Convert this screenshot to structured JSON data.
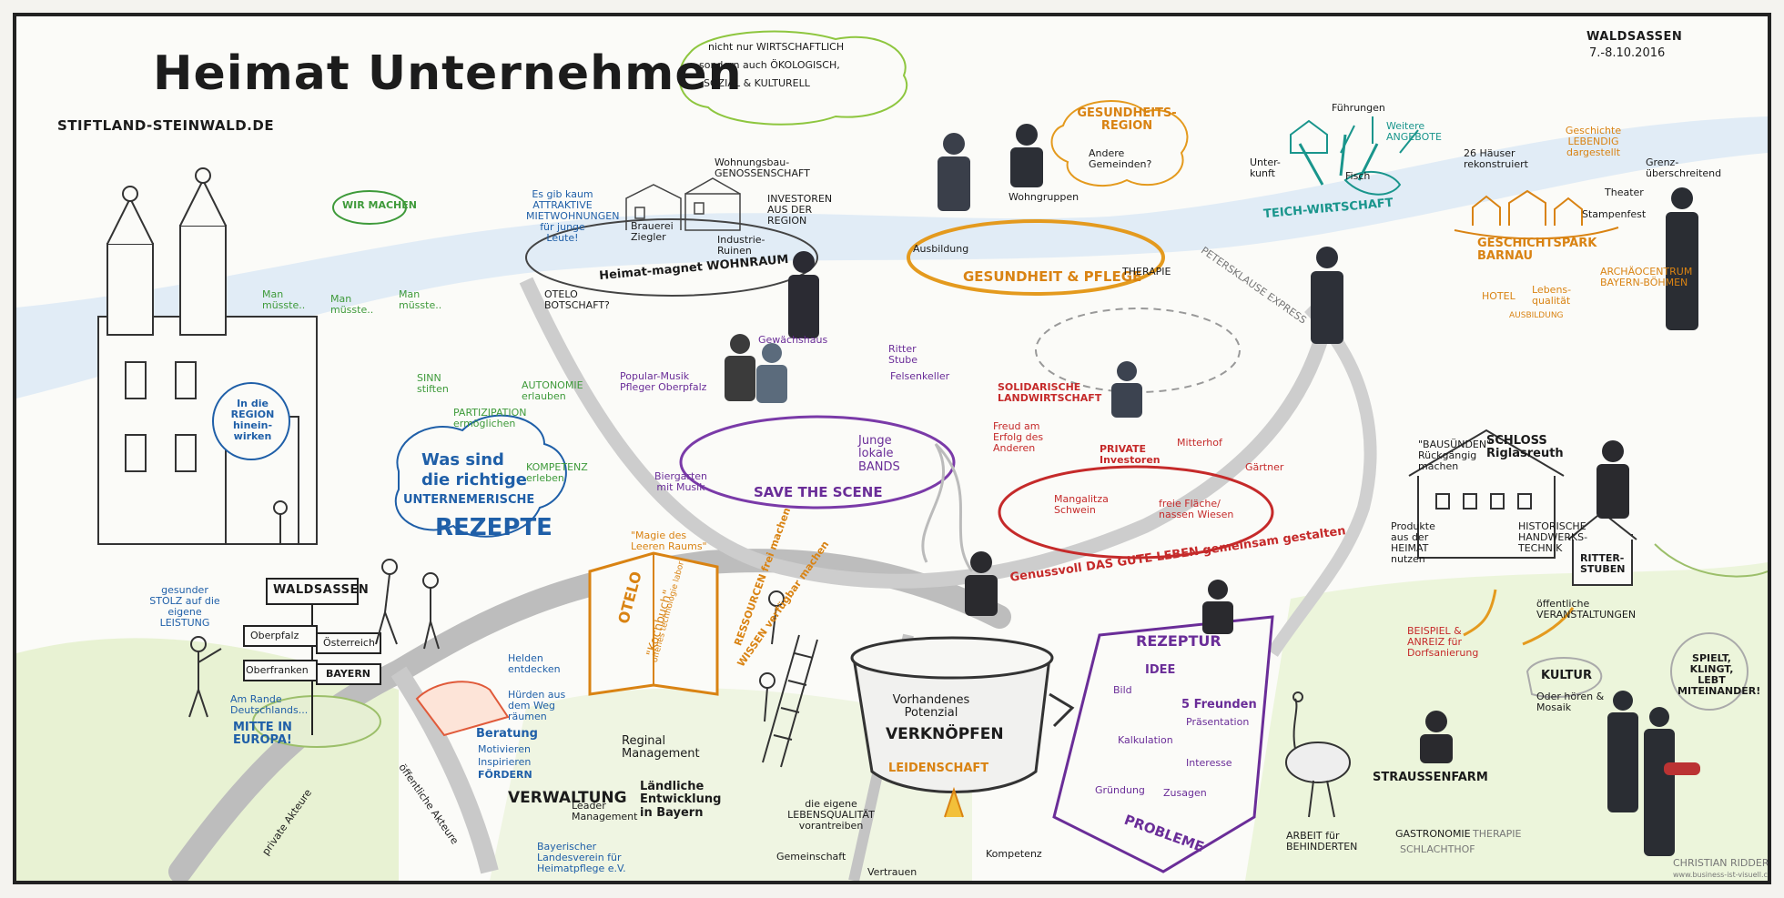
{
  "header": {
    "title": "Heimat Unternehmen",
    "website": "STIFTLAND-STEINWALD.DE",
    "location": "WALDSASSEN",
    "date": "7.-8.10.2016"
  },
  "top_cloud": {
    "line1": "nicht nur WIRTSCHAFTLICH",
    "line2": "sondern auch ÖKOLOGISCH,",
    "line3": "SOZIAL & KULTURELL"
  },
  "left": {
    "wir_machen": "WIR MACHEN",
    "man_muss_1": "Man müsste..",
    "man_muss_2": "Man müsste..",
    "man_muss_3": "Man müsste..",
    "region": "In die REGION hinein-wirken",
    "sinn": "SINN stiften",
    "partizipation": "PARTIZIPATION ermöglichen",
    "autonomie": "AUTONOMIE erlauben",
    "kompetenz": "KOMPETENZ erleben",
    "rezepte_1": "Was sind",
    "rezepte_2": "die richtige",
    "rezepte_3": "UNTERNEMERISCHE",
    "rezepte_4": "REZEPTE",
    "stolz": "gesunder STOLZ auf die eigene LEISTUNG",
    "sign_waldsassen": "WALDSASSEN",
    "sign_oberpfalz": "Oberpfalz",
    "sign_oesterreich": "Österreich",
    "sign_oberfranken": "Oberfranken",
    "sign_bayern": "BAYERN",
    "am_rande": "Am Rande Deutschlands...",
    "mitte": "MITTE IN EUROPA!",
    "private": "private Akteure",
    "oeffentliche": "öffentliche Akteure"
  },
  "verwaltung": {
    "helden": "Helden entdecken",
    "huerden": "Hürden aus dem Weg räumen",
    "beratung": "Beratung",
    "motivieren": "Motivieren",
    "inspirieren": "Inspirieren",
    "foerdern": "FÖRDERN",
    "verwaltung": "VERWALTUNG",
    "regional": "Reginal Management",
    "leader": "Leader Management",
    "laendliche": "Ländliche Entwicklung in Bayern",
    "landesverein": "Bayerischer Landesverein für Heimatpflege e.V."
  },
  "wohnraum": {
    "title": "Heimat-magnet WOHNRAUM",
    "bubble": "Es gib kaum ATTRAKTIVE MIETWOHNUNGEN für junge Leute!",
    "wohnungsbau": "Wohnungsbau-GENOSSENSCHAFT",
    "investoren": "INVESTOREN AUS DER REGION",
    "brauerei": "Brauerei Ziegler",
    "industrie": "Industrie-Ruinen",
    "otelo": "OTELO BOTSCHAFT?"
  },
  "scene": {
    "title": "SAVE THE SCENE",
    "popular": "Popular-Musik Pfleger Oberpfalz",
    "gewaechshaus": "Gewächshaus",
    "ritter": "Ritter Stube",
    "felsenkeller": "Felsenkeller",
    "biergarten": "Biergarten mit Musik",
    "bands": "Junge lokale BANDS"
  },
  "otelo_book": {
    "magie": "\"Magie des Leeren Raums\"",
    "otelo": "OTELO",
    "offene": "offenes technologie labor",
    "kochbuch": "\"Kochbuch\"",
    "ressourcen": "RESSOURCEN frei machen",
    "wissen": "WISSEN verfügbar machen"
  },
  "pflege": {
    "title": "GESUNDHEIT & PFLEGE",
    "region": "GESUNDHEITS-REGION",
    "andere": "Andere Gemeinden?",
    "wohngruppen": "Wohngruppen",
    "ausbildung": "Ausbildung",
    "therapie": "THERAPIE"
  },
  "teich": {
    "title": "TEICH-WIRTSCHAFT",
    "fuehrungen": "Führungen",
    "weitere": "Weitere ANGEBOTE",
    "unterkunft": "Unter-kunft",
    "fisch": "Fisch",
    "express": "PETERSKLAUSE EXPRESS"
  },
  "barnau": {
    "title": "GESCHICHTSPARK BARNAU",
    "geschichte": "Geschichte LEBENDIG dargestellt",
    "haeuser": "26 Häuser rekonstruiert",
    "grenz": "Grenz-überschreitend",
    "theater": "Theater",
    "stampenfest": "Stampenfest",
    "archaeo": "ARCHÄOCENTRUM BAYERN-BÖHMEN",
    "hotel": "HOTEL",
    "lebens": "Lebens-qualität",
    "ausbildung": "AUSBILDUNG"
  },
  "leben": {
    "title": "Genussvoll DAS GUTE LEBEN gemeinsam gestalten",
    "solidarische": "SOLIDARISCHE LANDWIRTSCHAFT",
    "freud": "Freud am Erfolg des Anderen",
    "private": "PRIVATE Investoren",
    "mitterhof": "Mitterhof",
    "gaertner": "Gärtner",
    "mangalitza": "Mangalitza Schwein",
    "freie": "freie Fläche/ nassen Wiesen"
  },
  "schloss": {
    "title": "SCHLOSS Riglasreuth",
    "bausuenden": "\"BAUSÜNDEN\" Rückgängig machen",
    "produkte": "Produkte aus der HEIMAT nutzen",
    "handwerk": "HISTORISCHE HANDWERKS-TECHNIK",
    "ritter": "RITTER-STUBEN",
    "oeffentliche": "öffentliche VERANSTALTUNGEN",
    "beispiel": "BEISPIEL & ANREIZ für Dorfsanierung"
  },
  "pot": {
    "vorhandenes": "Vorhandenes Potenzial",
    "verknuepfen": "VERKNÖPFEN",
    "leidenschaft": "LEIDENSCHAFT",
    "lebensqualitaet": "die eigene LEBENSQUALITÄT vorantreiben",
    "gemeinschaft": "Gemeinschaft",
    "vertrauen": "Vertrauen",
    "kompetenz": "Kompetenz"
  },
  "rezeptur": {
    "title": "REZEPTUR",
    "idee": "IDEE",
    "bild": "Bild",
    "freunde": "5 Freunden",
    "praesentation": "Präsentation",
    "kalkulation": "Kalkulation",
    "interesse": "Interesse",
    "gruendung": "Gründung",
    "zusagen": "Zusagen",
    "probleme": "PROBLEME"
  },
  "strauss": {
    "title": "STRAUSSENFARM",
    "arbeit": "ARBEIT für BEHINDERTEN",
    "gastronomie": "GASTRONOMIE",
    "schlachthof": "SCHLACHTHOF",
    "therapie": "THERAPIE"
  },
  "kultur": {
    "title": "KULTUR",
    "sub": "Oder hören & Mosaik",
    "spielt": "SPIELT, KLINGT, LEBT MITEINANDER!"
  },
  "credit": {
    "name": "CHRISTIAN RIDDER",
    "site": "www.business-ist-visuell.com"
  },
  "colors": {
    "blue": "#1f5fa8",
    "teal": "#19958c",
    "green": "#3e9a3a",
    "purple": "#6a2d98",
    "orange": "#d98313",
    "red": "#c52a2a"
  }
}
